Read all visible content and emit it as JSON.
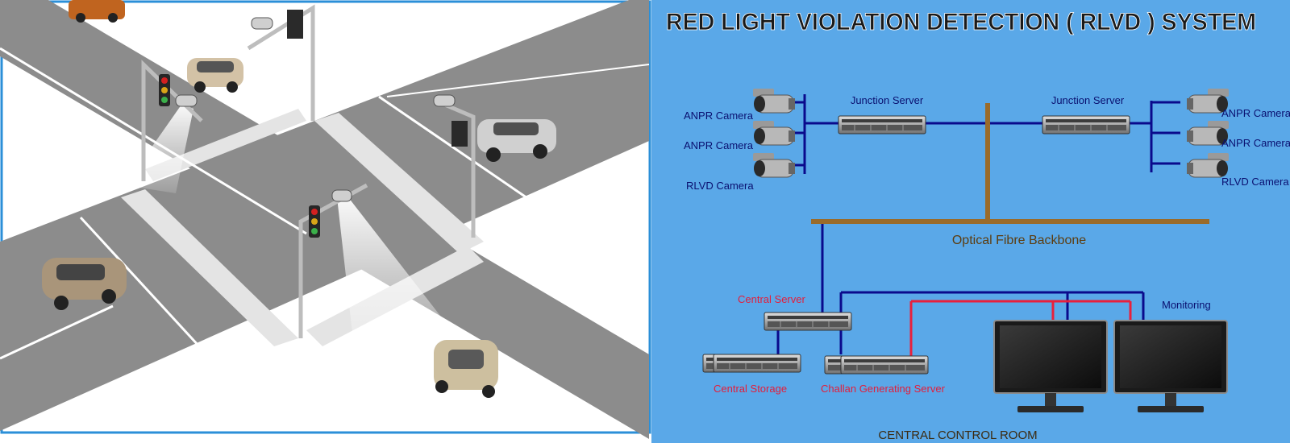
{
  "title": "RED LIGHT VIOLATION DETECTION ( RLVD ) SYSTEM",
  "left_cameras": [
    "ANPR Camera",
    "ANPR Camera",
    "RLVD Camera"
  ],
  "right_cameras": [
    "ANPR Camera",
    "ANPR Camera",
    "RLVD Camera"
  ],
  "junction_server_left": "Junction Server",
  "junction_server_right": "Junction Server",
  "backbone": "Optical Fibre Backbone",
  "central_server": "Central Server",
  "central_storage": "Central Storage",
  "challan_server": "Challan Generating Server",
  "monitoring": "Monitoring",
  "control_room": "CENTRAL CONTROL ROOM",
  "colors": {
    "panel_bg": "#5aa8e8",
    "title_text": "#1a1a1a",
    "network_line": "#0a0a8c",
    "backbone": "#9a6b2a",
    "red_link": "#e8203c",
    "label_navy": "#0a1070",
    "label_red": "#e41d3a",
    "label_brown": "#5c3d10",
    "road": "#8c8c8c",
    "crosswalk": "#dcdcdc"
  }
}
